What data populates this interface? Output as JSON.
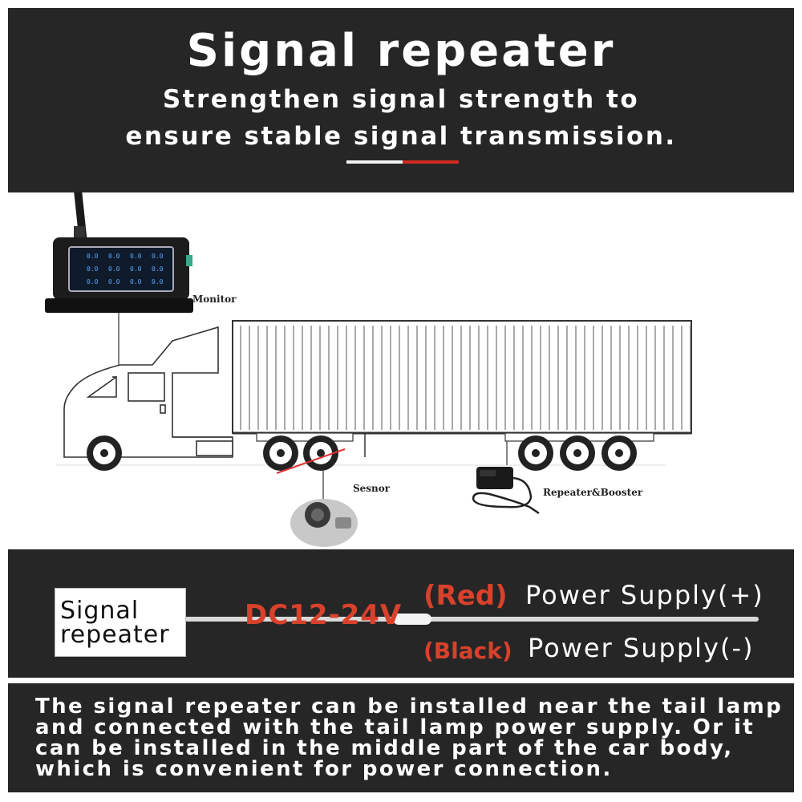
{
  "header": {
    "title": "Signal repeater",
    "subtitle_line1": "Strengthen signal strength to",
    "subtitle_line2": "ensure stable signal transmission.",
    "accent_colors": [
      "#f2f2f2",
      "#d12a23"
    ]
  },
  "diagram": {
    "labels": {
      "monitor": "Monitor",
      "sensor": "Sesnor",
      "repeater": "Repeater&Booster"
    },
    "monitor_screen_readings": [
      "0.0",
      "0.0",
      "0.0",
      "0.0",
      "0.0",
      "0.0",
      "0.0",
      "0.0",
      "0.0",
      "0.0",
      "0.0",
      "0.0"
    ]
  },
  "wiring": {
    "box_line1": "Signal",
    "box_line2": "repeater",
    "voltage": "DC12-24V",
    "red_label": "(Red)",
    "black_label": "(Black)",
    "positive": "Power Supply(+)",
    "negative": "Power Supply(-)",
    "accent_color": "#d8412b"
  },
  "footer": {
    "lines": [
      "The signal repeater can be installed near the tail lamp",
      "and connected with the tail lamp power supply. Or it",
      "can be installed in the middle part of the car body,",
      "which is convenient for power connection."
    ]
  }
}
